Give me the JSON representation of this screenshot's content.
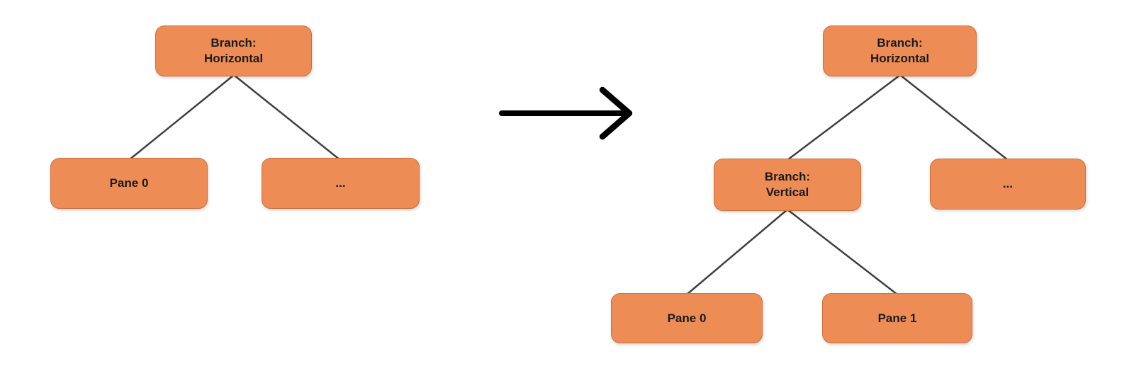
{
  "colors": {
    "background": "#ffffff",
    "node_fill": "#ed8c55",
    "node_border": "#d0703c",
    "node_text": "#1b1b1b",
    "edge": "#3f3f3f",
    "arrow": "#000000"
  },
  "left_tree": {
    "root": "Branch:\nHorizontal",
    "children": [
      "Pane 0",
      "..."
    ]
  },
  "right_tree": {
    "root": "Branch:\nHorizontal",
    "children": [
      "Branch:\nVertical",
      "..."
    ],
    "grandchildren": [
      "Pane 0",
      "Pane 1"
    ]
  }
}
